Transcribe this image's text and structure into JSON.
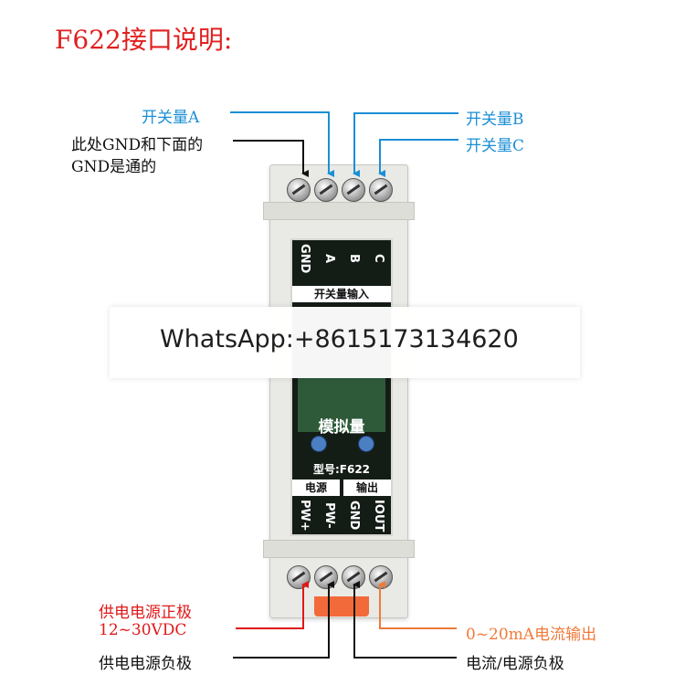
{
  "title": "F622接口说明:",
  "labels": {
    "switch_a": "开关量A",
    "switch_b": "开关量B",
    "switch_c": "开关量C",
    "gnd_note_line1": "此处GND和下面的",
    "gnd_note_line2": "GND是通的",
    "power_positive_line1": "供电电源正极",
    "power_positive_line2": "12~30VDC",
    "power_negative": "供电电源负极",
    "current_output": "0~20mA电流输出",
    "current_power_negative": "电流/电源负极"
  },
  "device": {
    "top_pins": [
      "GND",
      "A",
      "B",
      "C"
    ],
    "switch_input_label": "开关量输入",
    "analog_label": "模拟量",
    "model_label": "型号:F622",
    "power_label": "电源",
    "output_label": "输出",
    "bottom_pins": [
      "PW+",
      "PW-",
      "GND",
      "IOUT"
    ]
  },
  "watermark": "WhatsApp:+8615173134620",
  "colors": {
    "title": "#e02020",
    "switch_labels": "#1b8fd6",
    "note_labels": "#111111",
    "power_positive": "#e01818",
    "current_output": "#f07a3a"
  }
}
